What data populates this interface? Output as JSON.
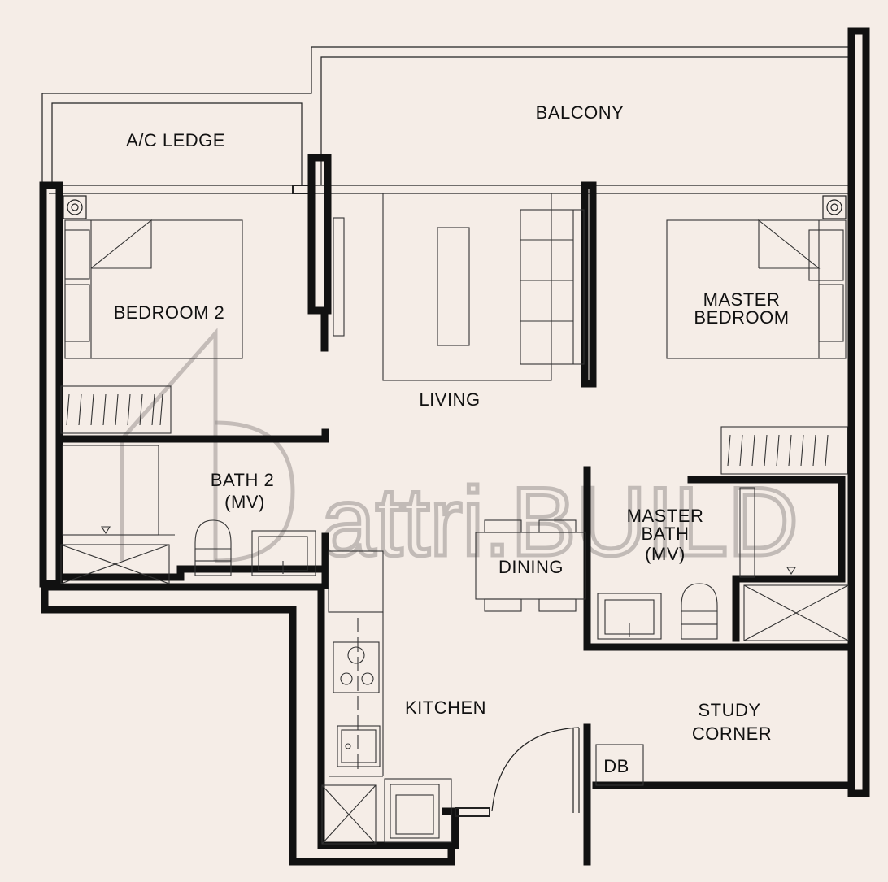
{
  "rooms": {
    "ac_ledge": "A/C  LEDGE",
    "balcony": "BALCONY",
    "bedroom_2": "BEDROOM  2",
    "master_bedroom_line1": "MASTER",
    "master_bedroom_line2": "BEDROOM",
    "living": "LIVING",
    "bath_2_line1": "BATH  2",
    "bath_2_line2": "(MV)",
    "master_bath_line1": "MASTER",
    "master_bath_line2": "BATH",
    "master_bath_line3": "(MV)",
    "dining": "DINING",
    "kitchen": "KITCHEN",
    "study_line1": "STUDY",
    "study_line2": "CORNER",
    "db": "DB"
  },
  "watermark": {
    "text": "attri.BUILD"
  },
  "colors": {
    "background": "#f5ede7",
    "walls": "#111111",
    "watermark": "#9a9391"
  }
}
